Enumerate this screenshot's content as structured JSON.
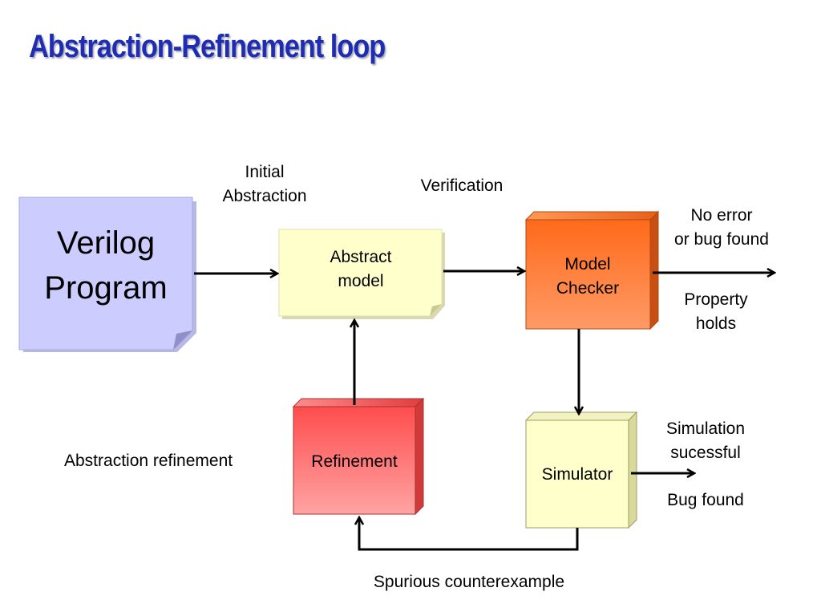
{
  "title": "Abstraction-Refinement loop",
  "nodes": {
    "verilog": {
      "line1": "Verilog",
      "line2": "Program"
    },
    "abstract_model": {
      "line1": "Abstract",
      "line2": "model"
    },
    "model_checker": {
      "line1": "Model",
      "line2": "Checker"
    },
    "refinement": {
      "label": "Refinement"
    },
    "simulator": {
      "label": "Simulator"
    }
  },
  "edge_labels": {
    "initial_abstraction": {
      "line1": "Initial",
      "line2": "Abstraction"
    },
    "verification": "Verification",
    "no_error": {
      "line1": "No error",
      "line2": "or bug found"
    },
    "property_holds": {
      "line1": "Property",
      "line2": "holds"
    },
    "simulation_successful": {
      "line1": "Simulation",
      "line2": "sucessful"
    },
    "bug_found": "Bug found",
    "abstraction_refinement": "Abstraction refinement",
    "spurious_counterexample": "Spurious counterexample"
  },
  "colors": {
    "title": "#1f2db3",
    "verilog_fill": "#ccccff",
    "abstract_fill": "#ffffcc",
    "checker_fill": "#ff7a33",
    "refinement_fill": "#ff6666",
    "simulator_fill": "#ffffcc"
  }
}
